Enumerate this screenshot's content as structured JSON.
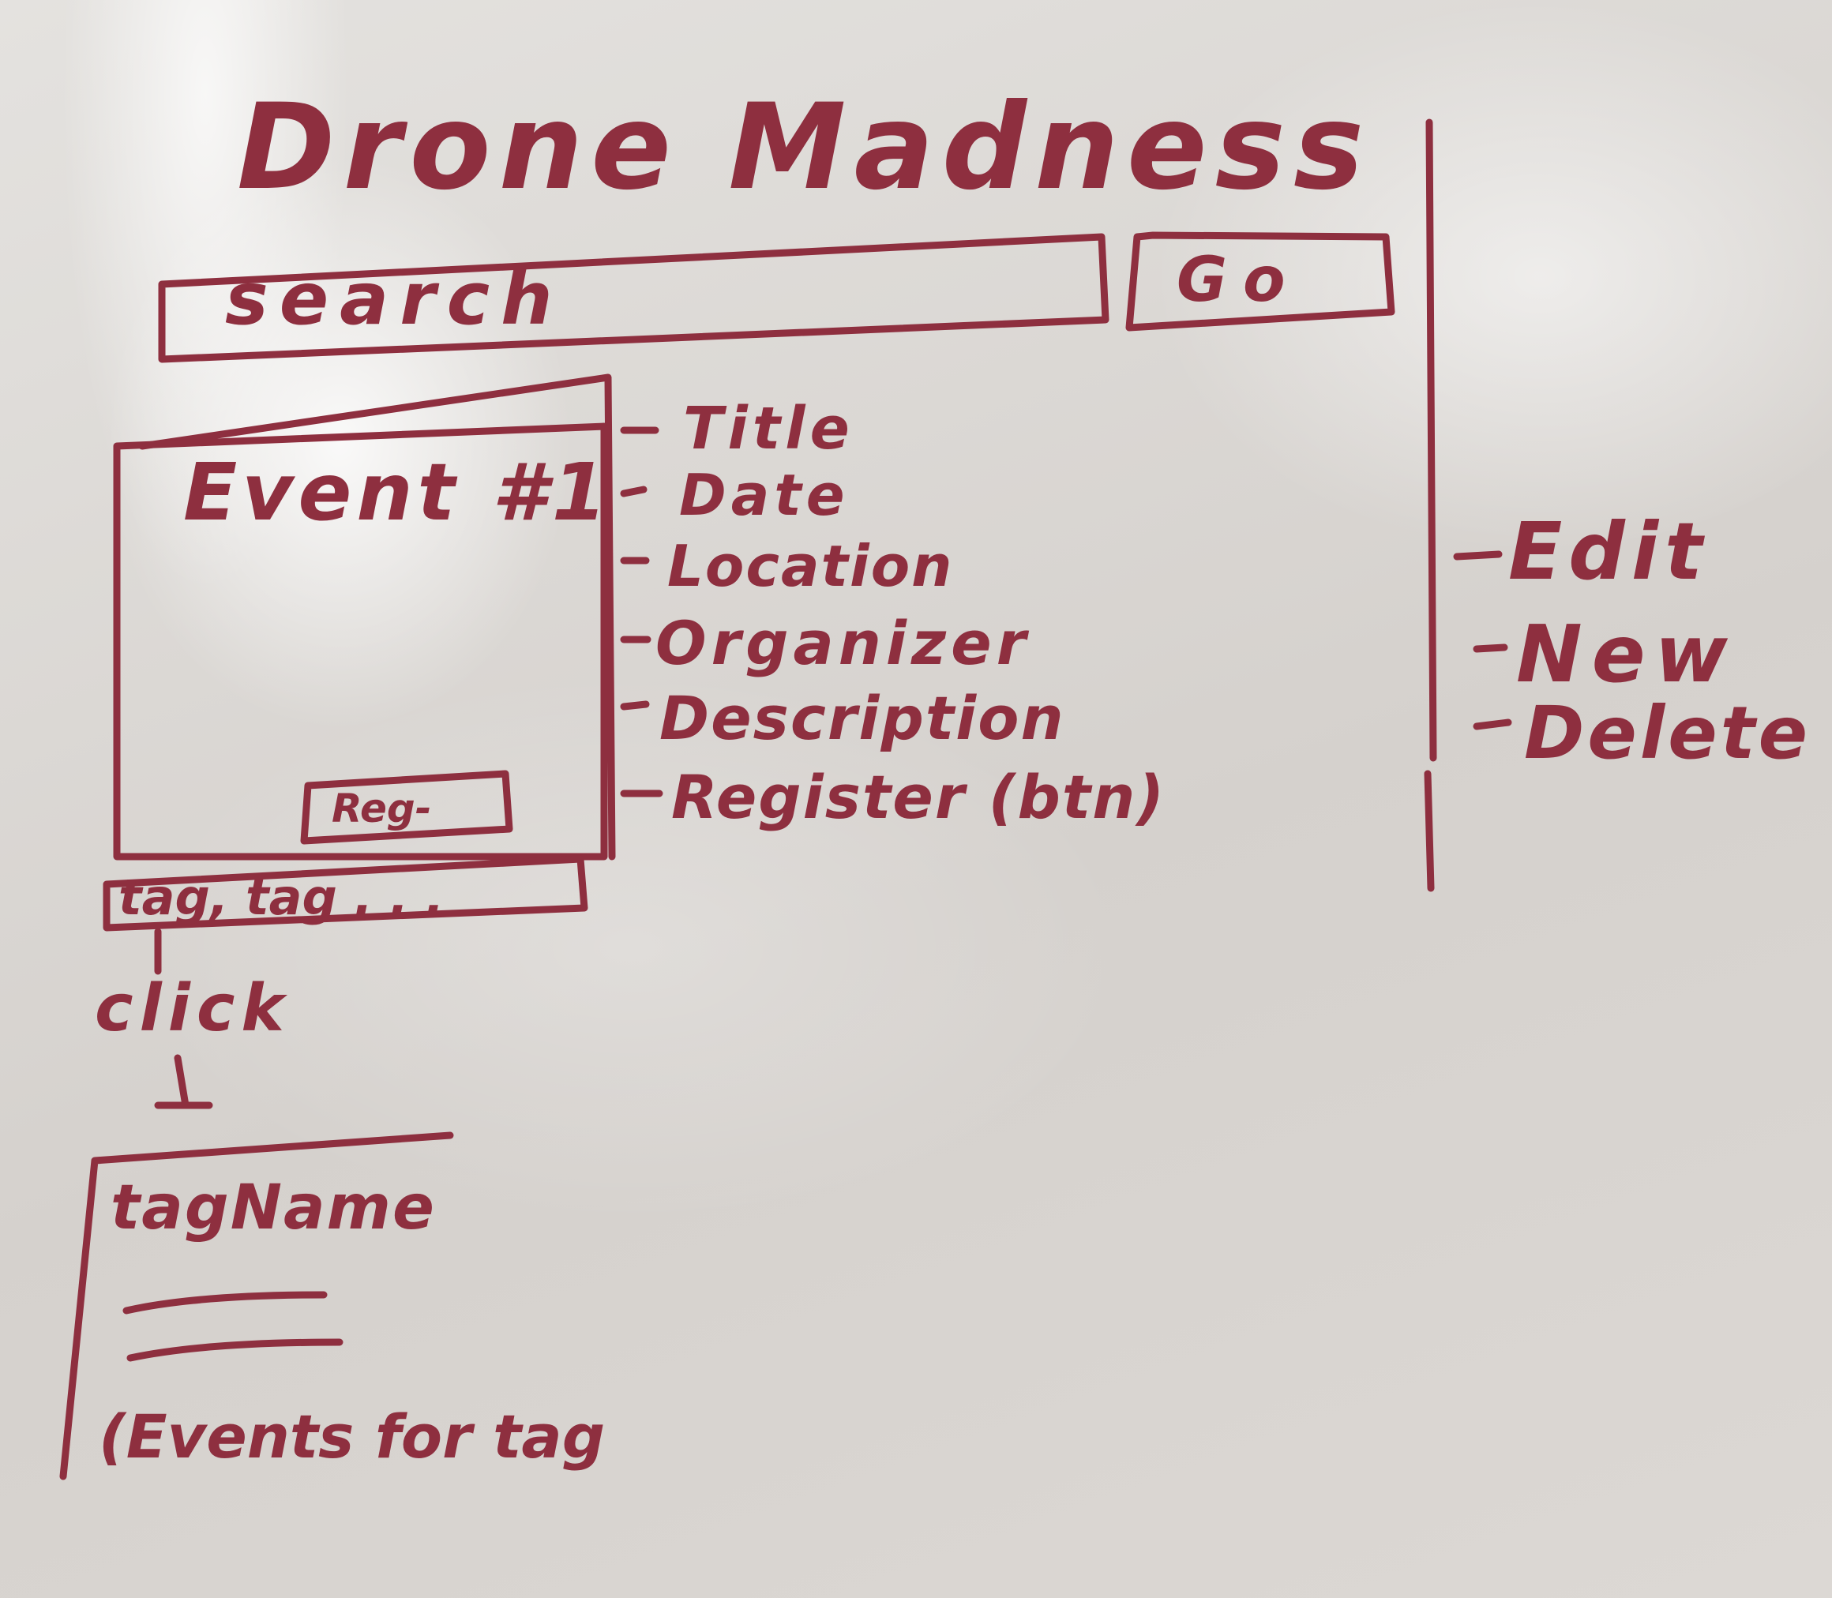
{
  "whiteboard": {
    "title": "Drone Madness",
    "search_label": "search",
    "go_label": "Go",
    "event_card": {
      "title": "Event #1",
      "register_button": "Reg-",
      "tags": "tag, tag . . ."
    },
    "event_fields": [
      "Title",
      "Date",
      "Location",
      "Organizer",
      "Description",
      "Register (btn)"
    ],
    "admin_actions": [
      "Edit",
      "New",
      "Delete"
    ],
    "flow": {
      "click_label": "click",
      "arrow": "↓"
    },
    "tag_page": {
      "title": "tagName",
      "footer": "(Events for tag"
    },
    "ink_color": "#8e2f3f",
    "board_color": "#d9d6d3"
  }
}
